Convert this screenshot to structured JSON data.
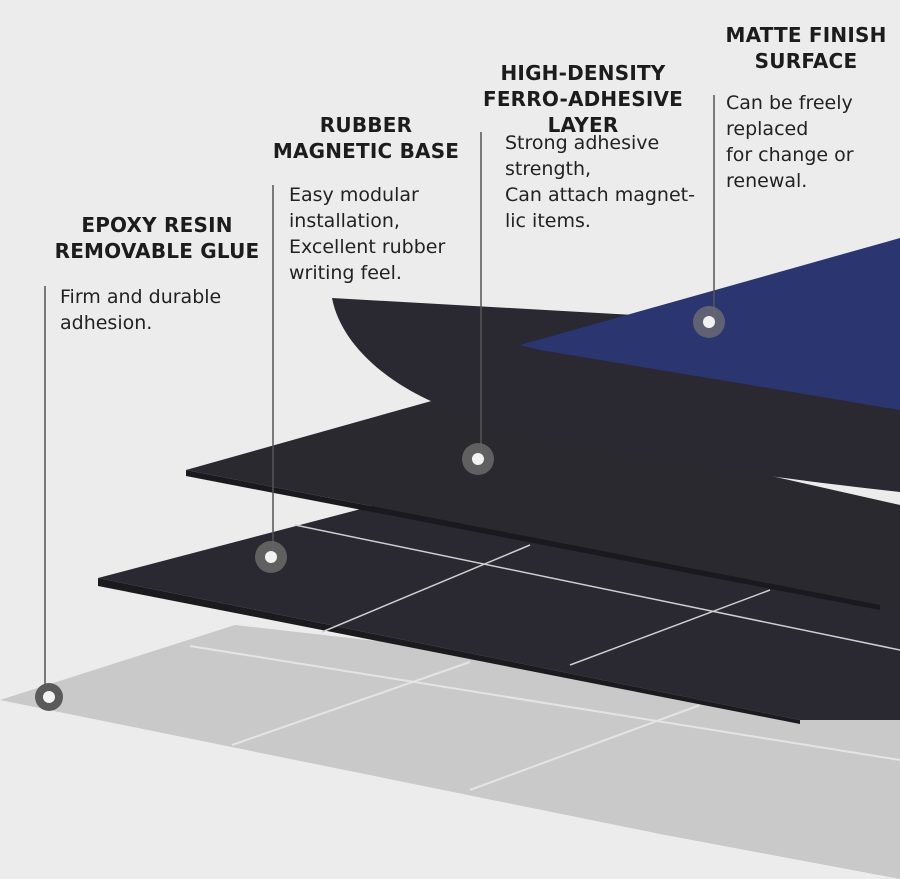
{
  "layers": [
    {
      "id": "epoxy",
      "title": [
        "EPOXY RESIN",
        "REMOVABLE GLUE"
      ],
      "description": [
        "Firm and durable",
        "adhesion."
      ]
    },
    {
      "id": "rubber",
      "title": [
        "RUBBER",
        "MAGNETIC BASE"
      ],
      "description": [
        "Easy modular",
        "installation,",
        "Excellent rubber",
        "writing feel."
      ]
    },
    {
      "id": "ferro",
      "title": [
        "HIGH-DENSITY",
        "FERRO-ADHESIVE LAYER"
      ],
      "description": [
        "Strong adhesive",
        "strength,",
        "Can attach magnet-",
        "lic items."
      ]
    },
    {
      "id": "matte",
      "title": [
        "MATTE FINISH",
        "SURFACE"
      ],
      "description": [
        "Can be freely",
        "replaced",
        "for change or",
        "renewal."
      ]
    }
  ],
  "colors": {
    "background": "#ececec",
    "floor": "#c9c9c9",
    "dark_layer": "#2a2830",
    "blue_surface": "#2b3670",
    "leader_line": "#555555"
  }
}
